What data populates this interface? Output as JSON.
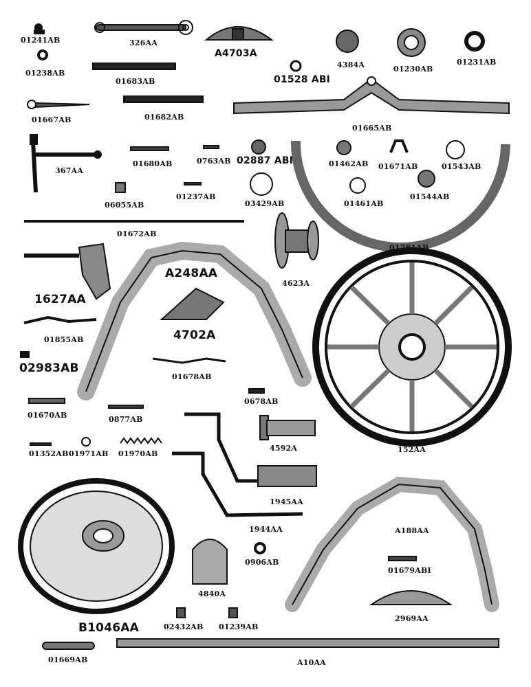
{
  "labels": {
    "p01241AB": "01241AB",
    "p326AA": "326AA",
    "pA4703A": "A4703A",
    "p4384A": "4384A",
    "p01230AB": "01230AB",
    "p01231AB": "01231AB",
    "p01238AB": "01238AB",
    "p01683AB": "01683AB",
    "p01528ABI": "01528 ABI",
    "p01667AB": "01667AB",
    "p01682AB": "01682AB",
    "p01665AB": "01665AB",
    "p367AA": "367AA",
    "p01680AB": "01680AB",
    "p0763AB": "0763AB",
    "p02887ABI": "02887 ABI",
    "p01462AB": "01462AB",
    "p01671AB": "01671AB",
    "p01543AB": "01543AB",
    "p06055AB": "06055AB",
    "p01237AB": "01237AB",
    "p03429AB": "03429AB",
    "p01461AB": "01461AB",
    "p01544AB": "01544AB",
    "p01672AB": "01672AB",
    "p01781AB": "01781AB",
    "pA248AA": "A248AA",
    "p1627AA": "1627AA",
    "p4623A": "4623A",
    "p4702A": "4702A",
    "p01855AB": "01855AB",
    "p02983AB": "02983AB",
    "p01678AB": "01678AB",
    "p0678AB": "0678AB",
    "p01670AB": "01670AB",
    "p0877AB": "0877AB",
    "p4592A": "4592A",
    "p01352AB": "01352AB",
    "p01971AB": "01971AB",
    "p01970AB": "01970AB",
    "p152AA": "152AA",
    "p1945AA": "1945AA",
    "p1944AA": "1944AA",
    "pA188AA": "A188AA",
    "p0906AB": "0906AB",
    "p01679ABI": "01679ABI",
    "p4840A": "4840A",
    "pB1046AA": "B1046AA",
    "p02432AB": "02432AB",
    "p01239AB": "01239AB",
    "p2969AA": "2969AA",
    "p01669AB": "01669AB",
    "pA10AA": "A10AA"
  }
}
